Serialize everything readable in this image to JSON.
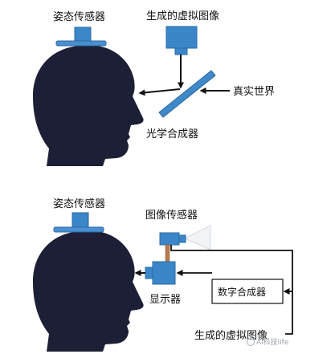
{
  "top_diagram": {
    "pose_sensor_label": "姿态传感器",
    "generated_image_label": "生成的虚拟图像",
    "real_world_label": "真实世界",
    "optical_combiner_label": "光学合成器"
  },
  "bottom_diagram": {
    "pose_sensor_label": "姿态传感器",
    "image_sensor_label": "图像传感器",
    "display_label": "显示器",
    "digital_combiner_label": "数字合成器",
    "generated_image_label": "生成的虚拟图像"
  },
  "watermark": "Al科技life",
  "colors": {
    "head": "#1c1f35",
    "device": "#3b86c8",
    "device_dark": "#2a6aa3",
    "line": "#111111"
  }
}
